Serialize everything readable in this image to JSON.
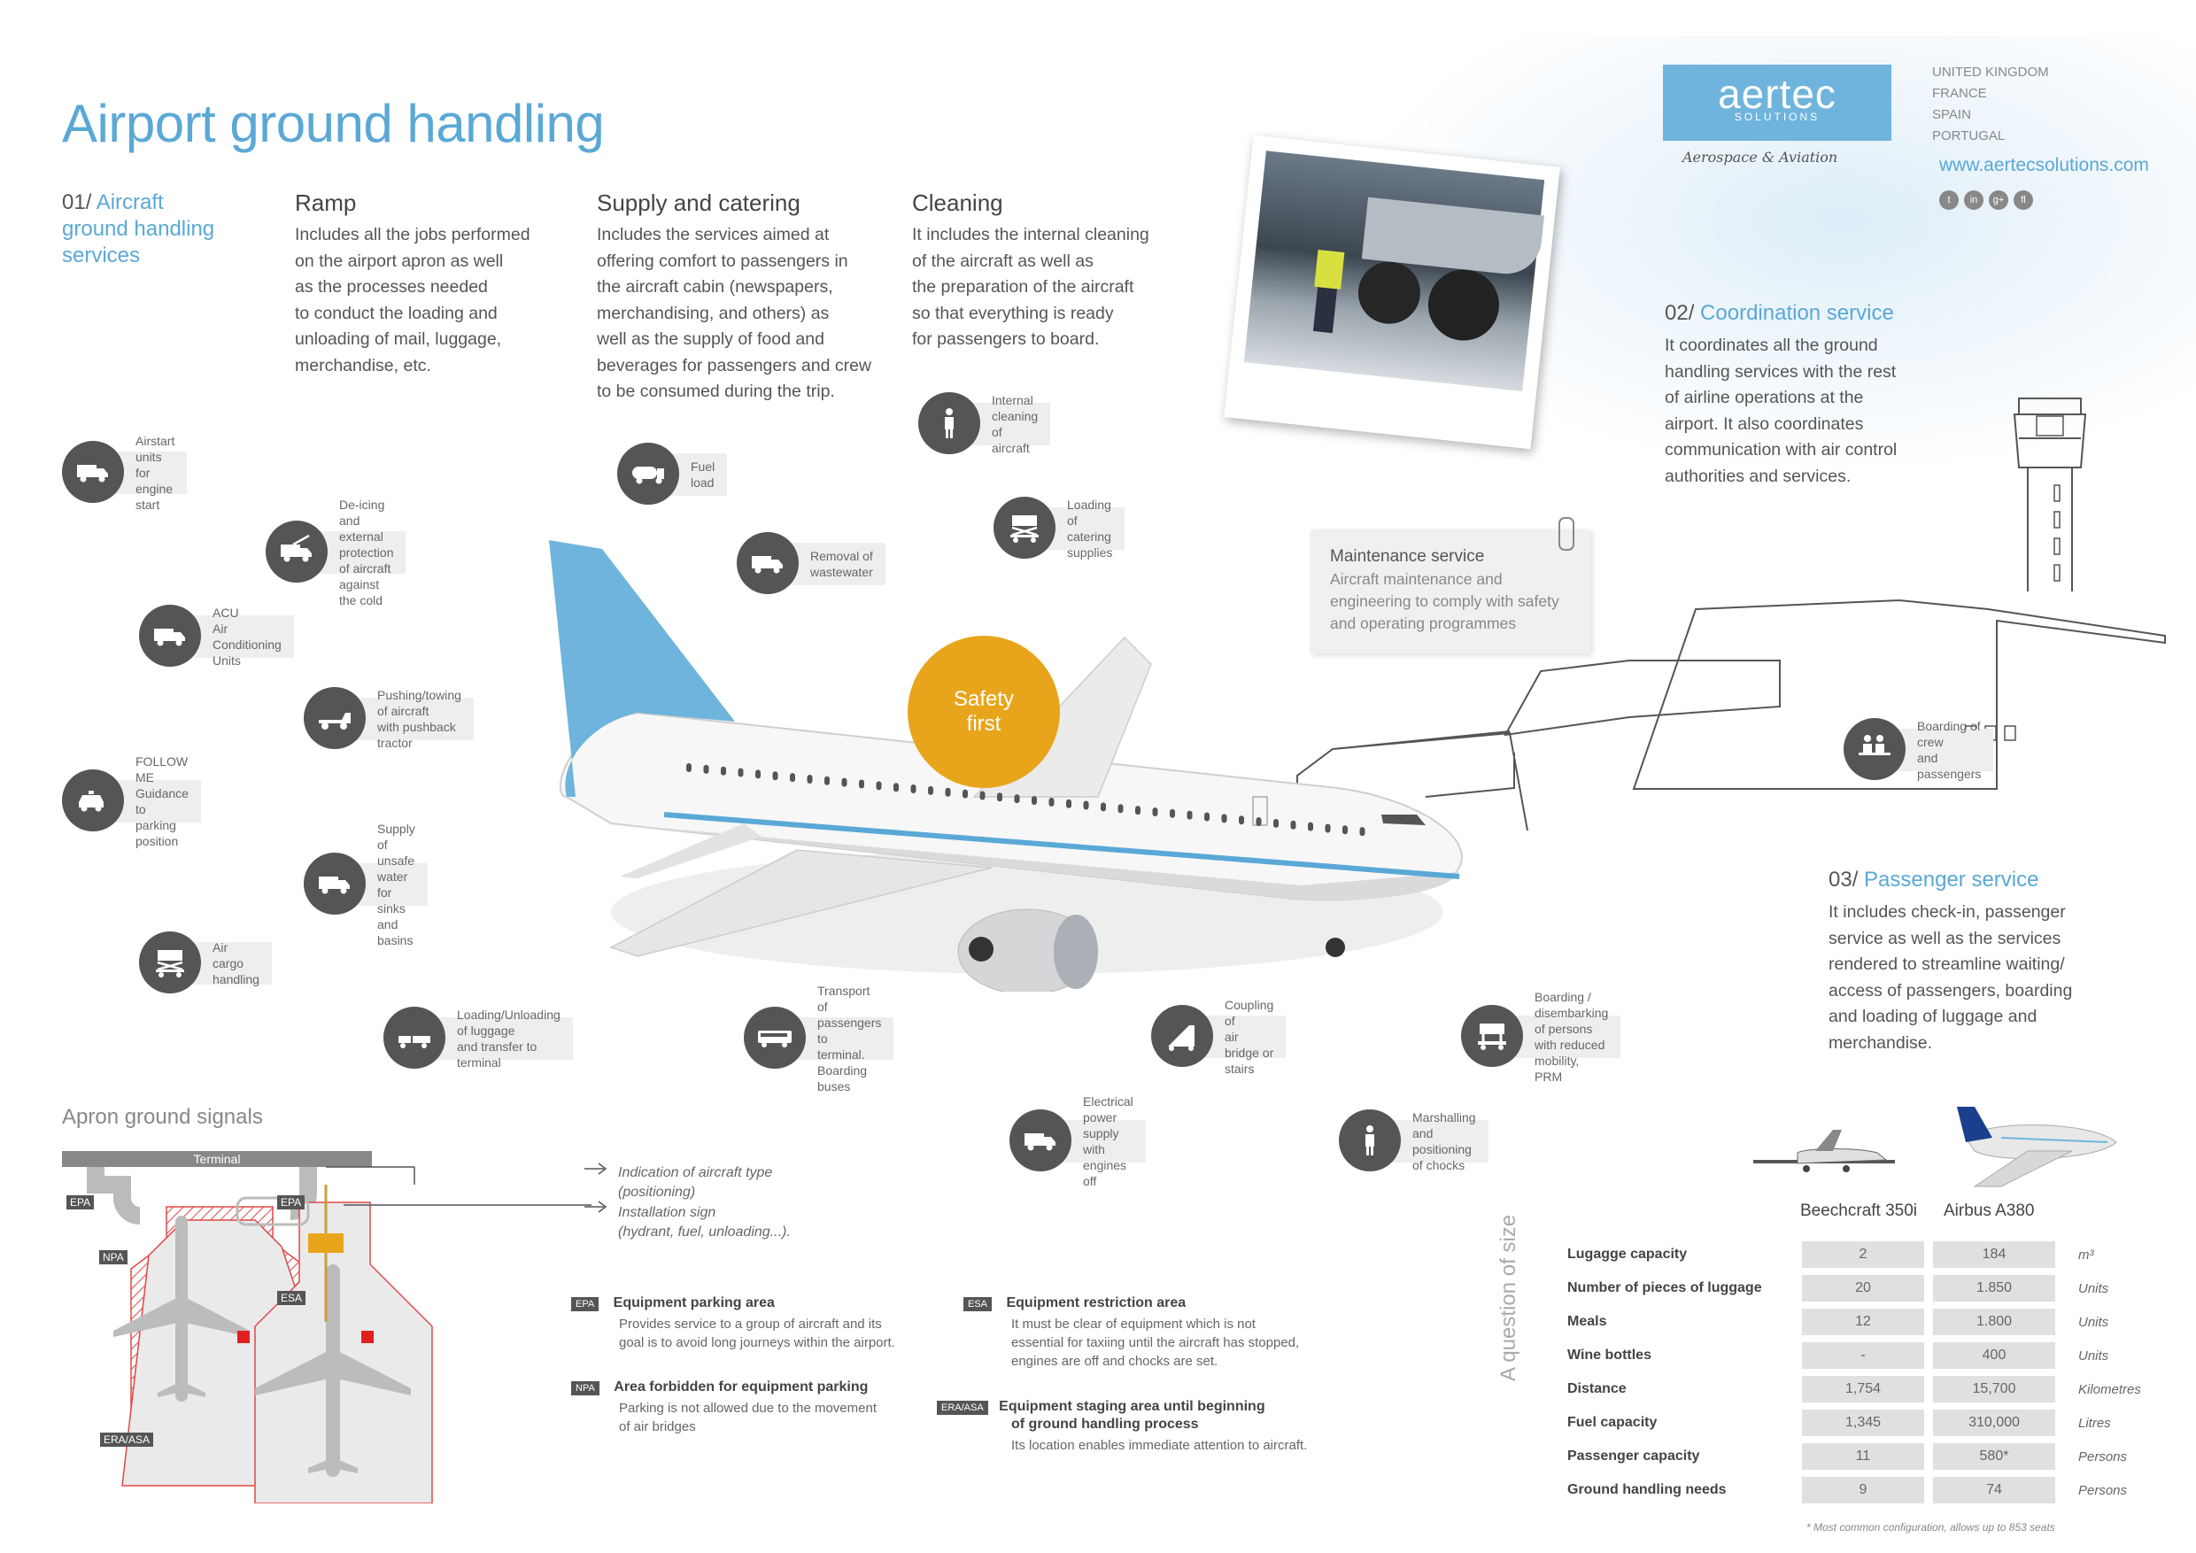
{
  "title": "Airport ground handling",
  "sec1": {
    "num": "01/",
    "name": "Aircraft ground handling services",
    "name_l1": "Aircraft",
    "name_l2": "ground handling",
    "name_l3": "services"
  },
  "ramp": {
    "heading": "Ramp",
    "lines": [
      "Includes all the jobs performed",
      "on the airport apron as well",
      "as the processes needed",
      "to conduct the loading and",
      "unloading of mail, luggage,",
      "merchandise, etc."
    ]
  },
  "supply": {
    "heading": "Supply and catering",
    "lines": [
      "Includes the services aimed at",
      "offering comfort to passengers in",
      "the aircraft cabin (newspapers,",
      "merchandising, and others) as",
      "well as the supply of food and",
      "beverages for passengers and crew",
      "to be consumed during the trip."
    ]
  },
  "cleaning": {
    "heading": "Cleaning",
    "lines": [
      "It includes the internal cleaning",
      "of the aircraft as well as",
      "the preparation of the aircraft",
      "so that everything is ready",
      "for passengers to board."
    ]
  },
  "brand": {
    "logo": "aertec",
    "sub": "SOLUTIONS",
    "tagline": "Aerospace & Aviation",
    "countries": [
      "UNITED KINGDOM",
      "FRANCE",
      "SPAIN",
      "PORTUGAL"
    ],
    "web": "www.aertecsolutions.com",
    "social": [
      "t",
      "in",
      "g+",
      "fl"
    ]
  },
  "sec2": {
    "num": "02/",
    "name": "Coordination service",
    "lines": [
      "It coordinates all the ground",
      "handling services with the rest",
      "of airline operations at the",
      "airport. It also coordinates",
      "communication with air control",
      "authorities and services."
    ]
  },
  "sec3": {
    "num": "03/",
    "name": "Passenger service",
    "lines": [
      "It includes check-in, passenger",
      "service as well as the services",
      "rendered to streamline waiting/",
      "access of passengers, boarding",
      "and loading of luggage and",
      "merchandise."
    ]
  },
  "maintenance": {
    "title": "Maintenance service",
    "lines": [
      "Aircraft maintenance and",
      "engineering to comply with safety",
      "and operating programmes"
    ]
  },
  "safety": {
    "l1": "Safety",
    "l2": "first"
  },
  "services": [
    {
      "label": "Airstart units for\nengine start",
      "icon": "truck-icon"
    },
    {
      "label": "De-icing and external protection\nof aircraft against the cold",
      "icon": "deicing-truck-icon"
    },
    {
      "label": "ACU\nAir Conditioning Units",
      "icon": "truck-icon"
    },
    {
      "label": "Pushing/towing of aircraft\nwith pushback tractor",
      "icon": "tractor-icon"
    },
    {
      "label": "FOLLOW ME\nGuidance to parking position",
      "icon": "car-icon"
    },
    {
      "label": "Supply of unsafe water\nfor sinks and basins",
      "icon": "truck-icon"
    },
    {
      "label": "Air cargo handling",
      "icon": "cargo-loader-icon"
    },
    {
      "label": "Loading/Unloading of luggage\nand transfer to terminal",
      "icon": "baggage-cart-icon"
    },
    {
      "label": "Transport of passengers to\nterminal. Boarding buses",
      "icon": "bus-icon"
    },
    {
      "label": "Coupling of\nair bridge or stairs",
      "icon": "stairs-icon"
    },
    {
      "label": "Boarding / disembarking of persons\nwith reduced mobility, PRM",
      "icon": "lift-truck-icon"
    },
    {
      "label": "Electrical power supply\nwith engines off",
      "icon": "power-truck-icon"
    },
    {
      "label": "Marshalling and\npositioning of chocks",
      "icon": "person-icon"
    },
    {
      "label": "Fuel load",
      "icon": "fuel-truck-icon"
    },
    {
      "label": "Removal of\nwastewater",
      "icon": "truck-icon"
    },
    {
      "label": "Internal cleaning\nof aircraft",
      "icon": "person-icon"
    },
    {
      "label": "Loading of\ncatering supplies",
      "icon": "catering-truck-icon"
    },
    {
      "label": "Boarding of crew\nand passengers",
      "icon": "passengers-icon"
    }
  ],
  "signals": {
    "title": "Apron ground signals",
    "terminal": "Terminal",
    "tags": [
      "EPA",
      "EPA",
      "NPA",
      "ESA",
      "ERA/ASA"
    ],
    "indication_l1": "Indication of aircraft type",
    "indication_l2": "(positioning)",
    "install_l1": "Installation sign",
    "install_l2": "(hydrant, fuel, unloading...).",
    "legend": [
      {
        "key": "EPA",
        "title": "Equipment parking area",
        "lines": [
          "Provides service to a group of aircraft and its",
          "goal is to avoid long journeys within the airport."
        ]
      },
      {
        "key": "NPA",
        "title": "Area forbidden for equipment parking",
        "lines": [
          "Parking is not allowed due to the movement",
          "of air bridges"
        ]
      },
      {
        "key": "ESA",
        "title": "Equipment restriction area",
        "lines": [
          "It must be clear of equipment which is not",
          "essential for taxiing until the aircraft has stopped,",
          "engines are off and chocks are set."
        ]
      },
      {
        "key": "ERA/ASA",
        "title_l1": "Equipment staging area until beginning",
        "title_l2": "of ground handling process",
        "lines": [
          "Its location enables immediate attention to aircraft."
        ]
      }
    ]
  },
  "size": {
    "label": "A question of size",
    "cols": [
      "Beechcraft 350i",
      "Airbus A380"
    ],
    "rows": [
      {
        "name": "Lugagge capacity",
        "a": "2",
        "b": "184",
        "unit": "m³"
      },
      {
        "name": "Number of pieces of luggage",
        "a": "20",
        "b": "1.850",
        "unit": "Units"
      },
      {
        "name": "Meals",
        "a": "12",
        "b": "1.800",
        "unit": "Units"
      },
      {
        "name": "Wine bottles",
        "a": "-",
        "b": "400",
        "unit": "Units"
      },
      {
        "name": "Distance",
        "a": "1,754",
        "b": "15,700",
        "unit": "Kilometres"
      },
      {
        "name": "Fuel capacity",
        "a": "1,345",
        "b": "310,000",
        "unit": "Litres"
      },
      {
        "name": "Passenger capacity",
        "a": "11",
        "b": "580*",
        "unit": "Persons"
      },
      {
        "name": "Ground handling needs",
        "a": "9",
        "b": "74",
        "unit": "Persons"
      }
    ],
    "footnote": "* Most common configuration, allows up to 853 seats"
  },
  "colors": {
    "accent": "#5aa8d6",
    "dark": "#555555",
    "safety": "#e8a51c",
    "hatch": "#e04848"
  }
}
